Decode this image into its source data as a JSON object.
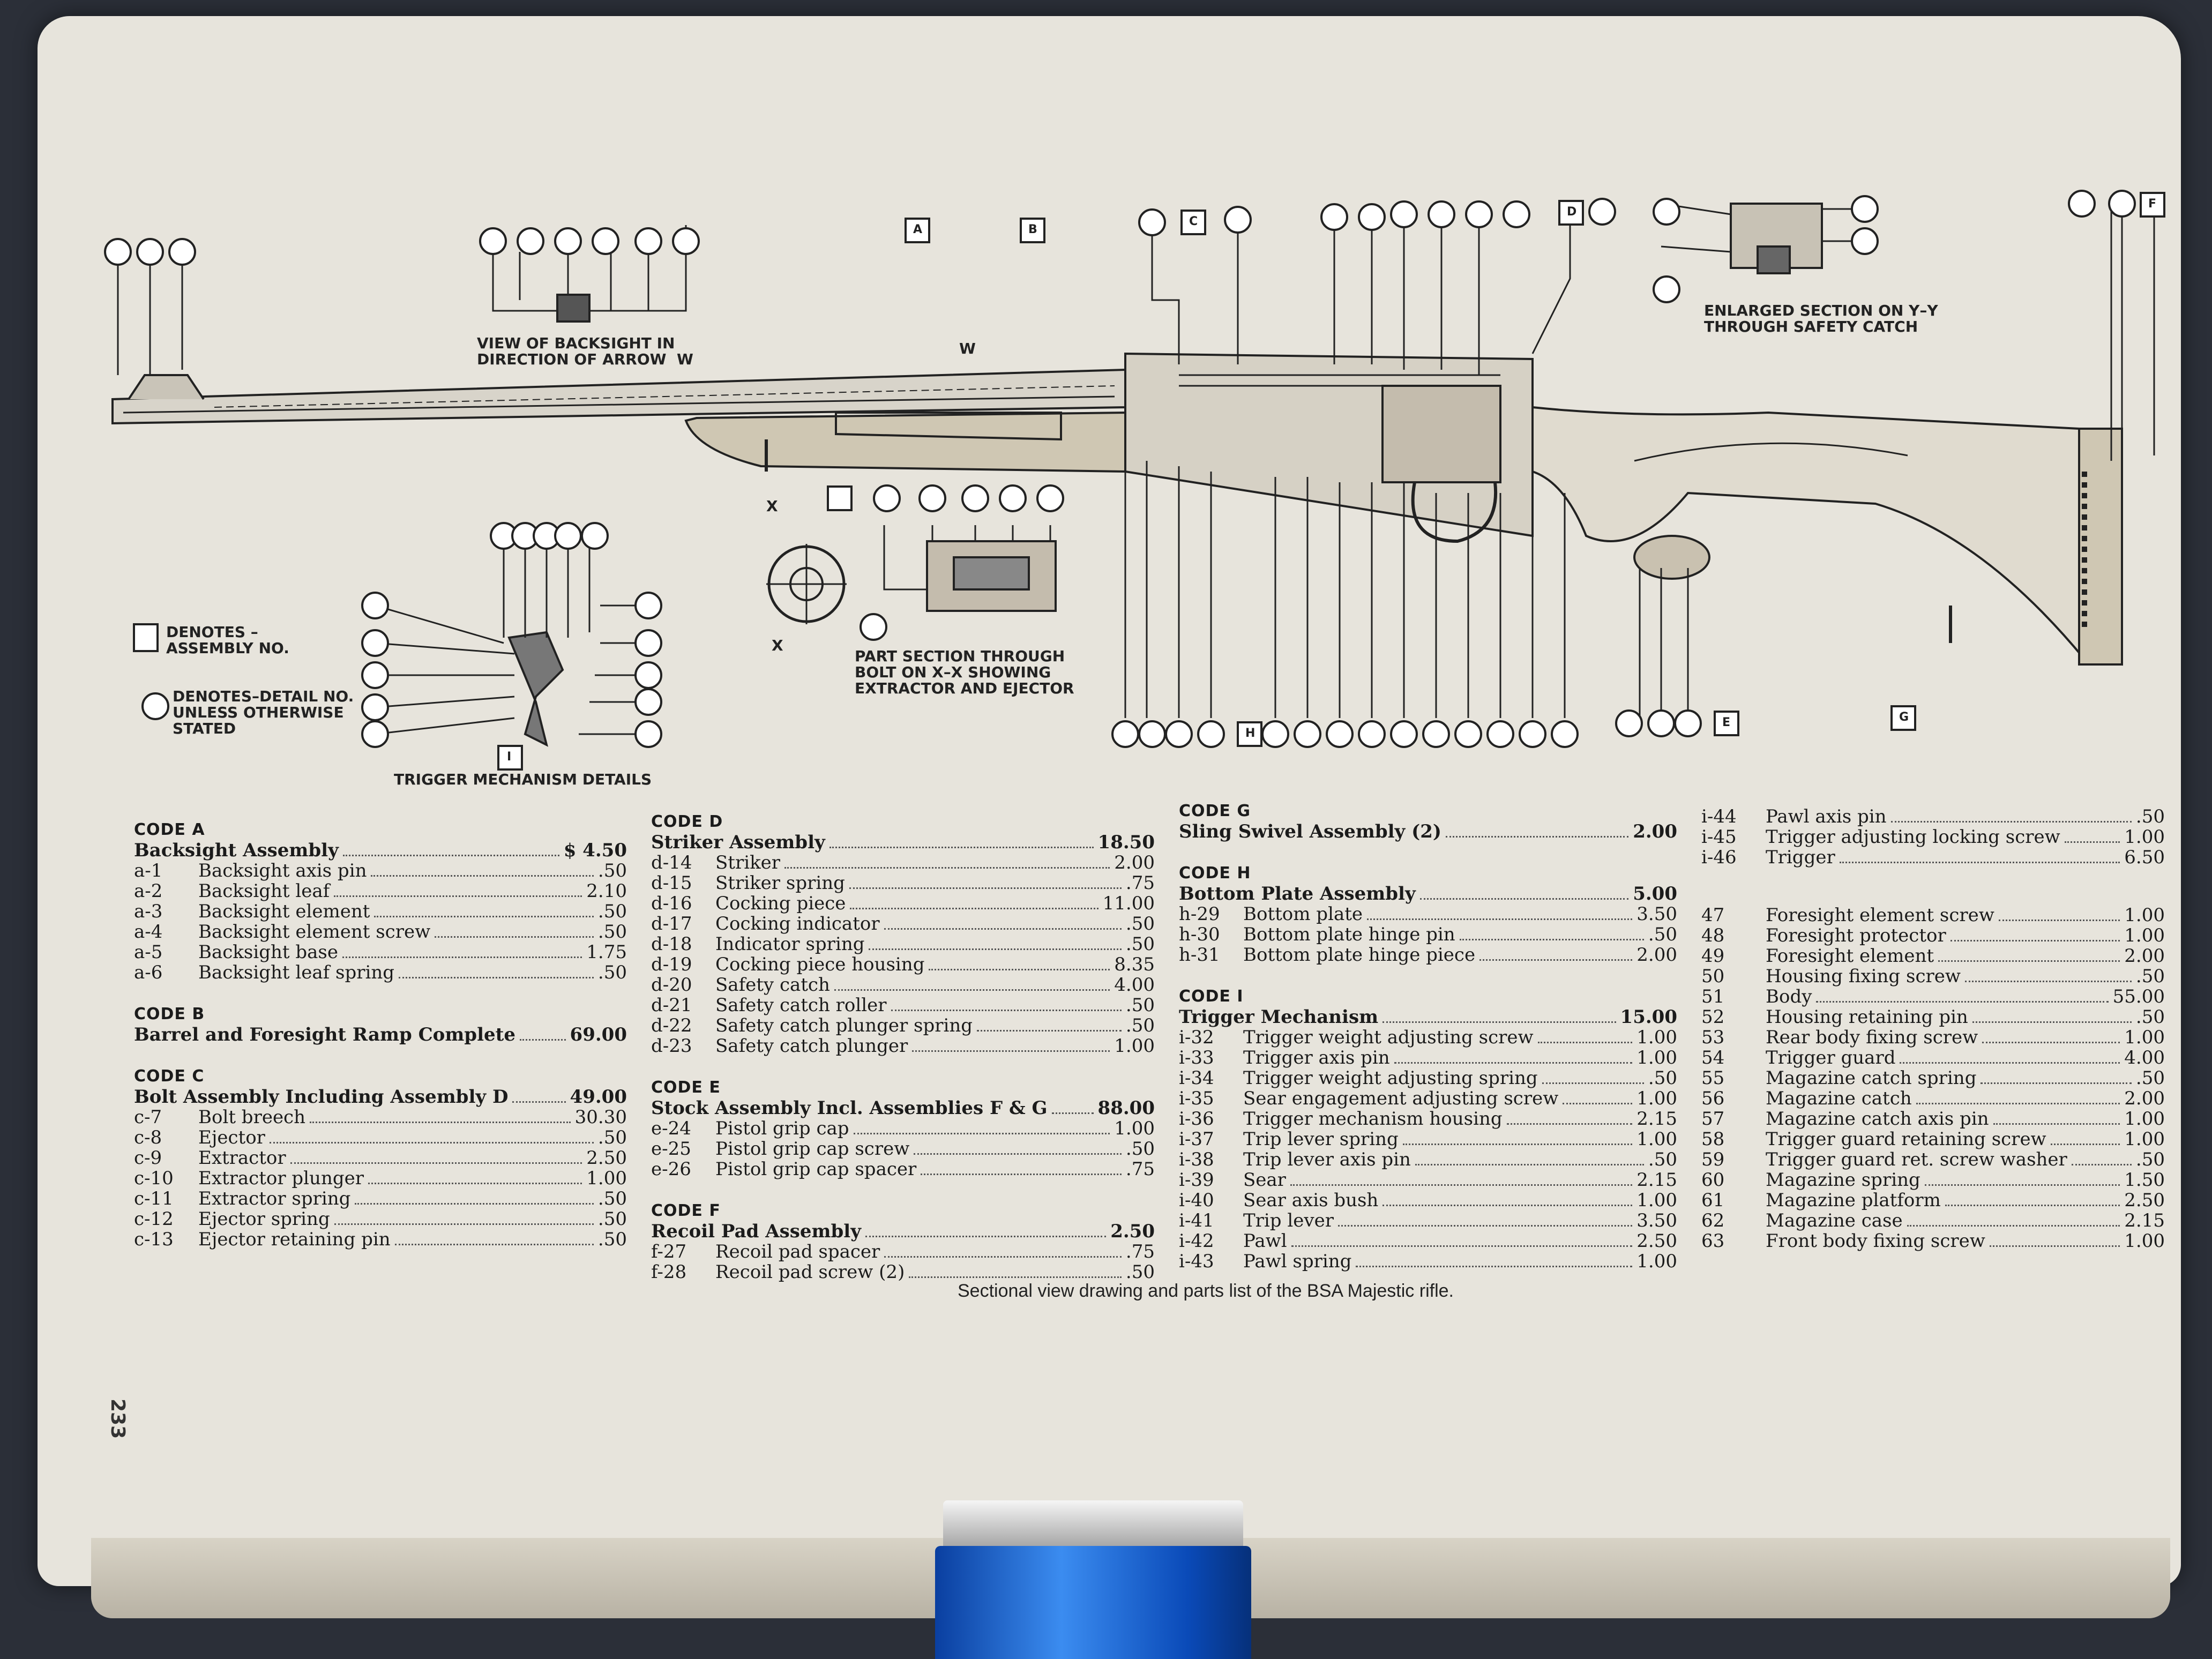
{
  "drawing_labels": {
    "backsight_view": "VIEW OF BACKSIGHT IN\nDIRECTION OF ARROW  W",
    "arrow_w": "W",
    "enlarged_section": "ENLARGED SECTION ON Y–Y\nTHROUGH SAFETY CATCH",
    "part_section": "PART SECTION THROUGH\nBOLT ON X–X SHOWING\nEXTRACTOR AND EJECTOR",
    "trigger_details": "TRIGGER MECHANISM DETAILS",
    "legend_assembly": "DENOTES –\nASSEMBLY NO.",
    "legend_detail": "DENOTES–DETAIL NO.\nUNLESS OTHERWISE\nSTATED",
    "x_mark": "X",
    "assembly_markers": [
      "A",
      "B",
      "C",
      "D",
      "F",
      "I",
      "H",
      "E",
      "G"
    ]
  },
  "parts": {
    "col1": [
      {
        "code": "CODE A",
        "items": [
          {
            "no": "",
            "name": "Backsight Assembly",
            "price": "$ 4.50",
            "bold": true
          },
          {
            "no": "a-1",
            "name": "Backsight axis pin",
            "price": ".50"
          },
          {
            "no": "a-2",
            "name": "Backsight leaf",
            "price": "2.10"
          },
          {
            "no": "a-3",
            "name": "Backsight element",
            "price": ".50"
          },
          {
            "no": "a-4",
            "name": "Backsight element screw",
            "price": ".50"
          },
          {
            "no": "a-5",
            "name": "Backsight base",
            "price": "1.75"
          },
          {
            "no": "a-6",
            "name": "Backsight leaf spring",
            "price": ".50"
          }
        ]
      },
      {
        "code": "CODE B",
        "items": [
          {
            "no": "",
            "name": "Barrel and Foresight Ramp Complete",
            "price": "69.00",
            "bold": true
          }
        ]
      },
      {
        "code": "CODE C",
        "items": [
          {
            "no": "",
            "name": "Bolt Assembly Including Assembly D",
            "price": "49.00",
            "bold": true
          },
          {
            "no": "c-7",
            "name": "Bolt breech",
            "price": "30.30"
          },
          {
            "no": "c-8",
            "name": "Ejector",
            "price": ".50"
          },
          {
            "no": "c-9",
            "name": "Extractor",
            "price": "2.50"
          },
          {
            "no": "c-10",
            "name": "Extractor plunger",
            "price": "1.00"
          },
          {
            "no": "c-11",
            "name": "Extractor spring",
            "price": ".50"
          },
          {
            "no": "c-12",
            "name": "Ejector spring",
            "price": ".50"
          },
          {
            "no": "c-13",
            "name": "Ejector retaining pin",
            "price": ".50"
          }
        ]
      }
    ],
    "col2": [
      {
        "code": "CODE D",
        "items": [
          {
            "no": "",
            "name": "Striker Assembly",
            "price": "18.50",
            "bold": true
          },
          {
            "no": "d-14",
            "name": "Striker",
            "price": "2.00"
          },
          {
            "no": "d-15",
            "name": "Striker spring",
            "price": ".75"
          },
          {
            "no": "d-16",
            "name": "Cocking piece",
            "price": "11.00"
          },
          {
            "no": "d-17",
            "name": "Cocking indicator",
            "price": ".50"
          },
          {
            "no": "d-18",
            "name": "Indicator spring",
            "price": ".50"
          },
          {
            "no": "d-19",
            "name": "Cocking piece housing",
            "price": "8.35"
          },
          {
            "no": "d-20",
            "name": "Safety catch",
            "price": "4.00"
          },
          {
            "no": "d-21",
            "name": "Safety catch roller",
            "price": ".50"
          },
          {
            "no": "d-22",
            "name": "Safety catch plunger spring",
            "price": ".50"
          },
          {
            "no": "d-23",
            "name": "Safety catch plunger",
            "price": "1.00"
          }
        ]
      },
      {
        "code": "CODE E",
        "items": [
          {
            "no": "",
            "name": "Stock Assembly Incl. Assemblies F & G",
            "price": "88.00",
            "bold": true
          },
          {
            "no": "e-24",
            "name": "Pistol grip cap",
            "price": "1.00"
          },
          {
            "no": "e-25",
            "name": "Pistol grip cap screw",
            "price": ".50"
          },
          {
            "no": "e-26",
            "name": "Pistol grip cap spacer",
            "price": ".75"
          }
        ]
      },
      {
        "code": "CODE F",
        "items": [
          {
            "no": "",
            "name": "Recoil Pad Assembly",
            "price": "2.50",
            "bold": true
          },
          {
            "no": "f-27",
            "name": "Recoil pad spacer",
            "price": ".75"
          },
          {
            "no": "f-28",
            "name": "Recoil pad screw (2)",
            "price": ".50"
          }
        ]
      }
    ],
    "col3": [
      {
        "code": "CODE G",
        "items": [
          {
            "no": "",
            "name": "Sling Swivel Assembly (2)",
            "price": "2.00",
            "bold": true
          }
        ]
      },
      {
        "code": "CODE H",
        "items": [
          {
            "no": "",
            "name": "Bottom Plate Assembly",
            "price": "5.00",
            "bold": true
          },
          {
            "no": "h-29",
            "name": "Bottom plate",
            "price": "3.50"
          },
          {
            "no": "h-30",
            "name": "Bottom plate hinge pin",
            "price": ".50"
          },
          {
            "no": "h-31",
            "name": "Bottom plate hinge piece",
            "price": "2.00"
          }
        ]
      },
      {
        "code": "CODE I",
        "items": [
          {
            "no": "",
            "name": "Trigger Mechanism",
            "price": "15.00",
            "bold": true
          },
          {
            "no": "i-32",
            "name": "Trigger weight adjusting screw",
            "price": "1.00"
          },
          {
            "no": "i-33",
            "name": "Trigger axis pin",
            "price": "1.00"
          },
          {
            "no": "i-34",
            "name": "Trigger weight adjusting spring",
            "price": ".50"
          },
          {
            "no": "i-35",
            "name": "Sear engagement adjusting screw",
            "price": "1.00"
          },
          {
            "no": "i-36",
            "name": "Trigger mechanism housing",
            "price": "2.15"
          },
          {
            "no": "i-37",
            "name": "Trip lever spring",
            "price": "1.00"
          },
          {
            "no": "i-38",
            "name": "Trip lever axis pin",
            "price": ".50"
          },
          {
            "no": "i-39",
            "name": "Sear",
            "price": "2.15"
          },
          {
            "no": "i-40",
            "name": "Sear axis bush",
            "price": "1.00"
          },
          {
            "no": "i-41",
            "name": "Trip lever",
            "price": "3.50"
          },
          {
            "no": "i-42",
            "name": "Pawl",
            "price": "2.50"
          },
          {
            "no": "i-43",
            "name": "Pawl spring",
            "price": "1.00"
          }
        ]
      }
    ],
    "col4": [
      {
        "code": "",
        "items": [
          {
            "no": "i-44",
            "name": "Pawl axis pin",
            "price": ".50"
          },
          {
            "no": "i-45",
            "name": "Trigger adjusting locking screw",
            "price": "1.00"
          },
          {
            "no": "i-46",
            "name": "Trigger",
            "price": "6.50"
          }
        ]
      },
      {
        "code": "",
        "items": [
          {
            "no": "47",
            "name": "Foresight element screw",
            "price": "1.00"
          },
          {
            "no": "48",
            "name": "Foresight protector",
            "price": "1.00"
          },
          {
            "no": "49",
            "name": "Foresight element",
            "price": "2.00"
          },
          {
            "no": "50",
            "name": "Housing fixing screw",
            "price": ".50"
          },
          {
            "no": "51",
            "name": "Body",
            "price": "55.00"
          },
          {
            "no": "52",
            "name": "Housing retaining pin",
            "price": ".50"
          },
          {
            "no": "53",
            "name": "Rear body fixing screw",
            "price": "1.00"
          },
          {
            "no": "54",
            "name": "Trigger guard",
            "price": "4.00"
          },
          {
            "no": "55",
            "name": "Magazine catch spring",
            "price": ".50"
          },
          {
            "no": "56",
            "name": "Magazine catch",
            "price": "2.00"
          },
          {
            "no": "57",
            "name": "Magazine catch axis pin",
            "price": "1.00"
          },
          {
            "no": "58",
            "name": "Trigger guard retaining screw",
            "price": "1.00"
          },
          {
            "no": "59",
            "name": "Trigger guard ret. screw washer",
            "price": ".50"
          },
          {
            "no": "60",
            "name": "Magazine spring",
            "price": "1.50"
          },
          {
            "no": "61",
            "name": "Magazine platform",
            "price": "2.50"
          },
          {
            "no": "62",
            "name": "Magazine case",
            "price": "2.15"
          },
          {
            "no": "63",
            "name": "Front body fixing screw",
            "price": "1.00"
          }
        ]
      }
    ]
  },
  "caption": "Sectional view drawing and parts list of the BSA Majestic rifle.",
  "page_number": "233"
}
